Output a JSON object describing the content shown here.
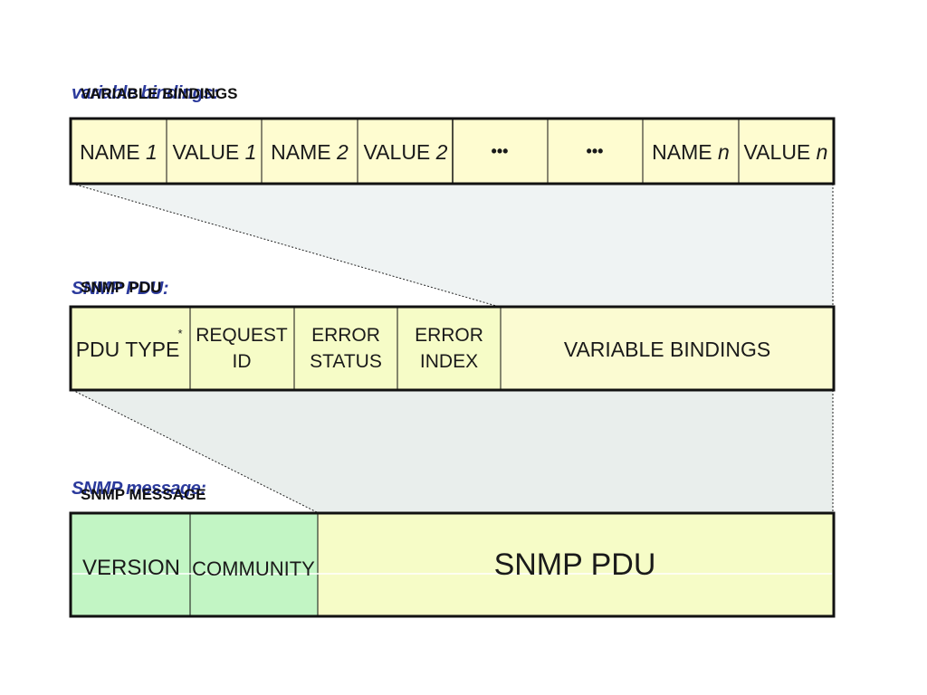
{
  "labels": {
    "varbind_italic": "variable bindings:",
    "varbind_caps": "VARIABLE BINDINGS",
    "pdu_italic": "SNMP PDU:",
    "pdu_caps": "SNMP PDU",
    "message_italic": "SNMP message:",
    "message_caps": "SNMP MESSAGE"
  },
  "varbind_row": {
    "cells": [
      {
        "text": "NAME",
        "italic": "1"
      },
      {
        "text": "VALUE",
        "italic": "1"
      },
      {
        "text": "NAME",
        "italic": "2"
      },
      {
        "text": "VALUE",
        "italic": "2"
      },
      {
        "text": "•••",
        "italic": ""
      },
      {
        "text": "•••",
        "italic": ""
      },
      {
        "text": "NAME",
        "italic": "n"
      },
      {
        "text": "VALUE",
        "italic": "n"
      }
    ]
  },
  "pdu_row": {
    "cells": [
      {
        "lines": [
          "PDU TYPE"
        ],
        "footnote": "*"
      },
      {
        "lines": [
          "REQUEST",
          "ID"
        ]
      },
      {
        "lines": [
          "ERROR",
          "STATUS"
        ]
      },
      {
        "lines": [
          "ERROR",
          "INDEX"
        ]
      },
      {
        "lines": [
          "VARIABLE BINDINGS"
        ]
      }
    ]
  },
  "message_row": {
    "cells": [
      {
        "lines": [
          "VERSION"
        ]
      },
      {
        "lines": [
          "COMMUNITY"
        ]
      },
      {
        "lines": [
          "SNMP PDU"
        ]
      }
    ]
  },
  "colors": {
    "cream": "#fefcd0",
    "light_green": "#c2f5c4",
    "lime_cream": "#f6fcc7",
    "pdu_cream": "#fbfbd2",
    "shade_top": "#eff3f3",
    "shade_bottom": "#e9eeec",
    "border": "#111111"
  }
}
